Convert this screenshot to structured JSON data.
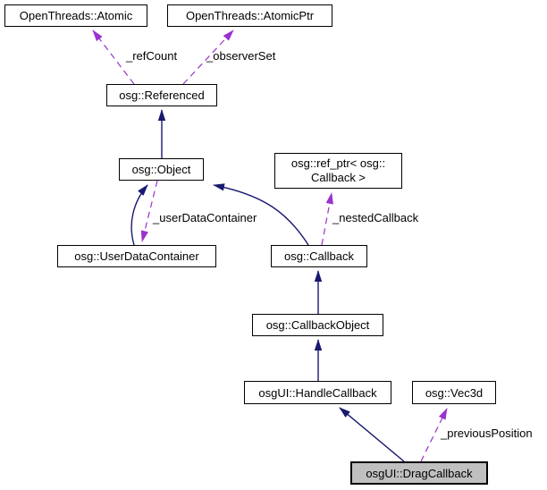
{
  "diagram_type": "class-collaboration-graph",
  "colors": {
    "inheritance_edge": "#191970",
    "usage_edge": "#9a32cd",
    "node_border": "#000000",
    "node_fill": "#ffffff",
    "highlight_node_fill": "#c0c0c0",
    "text": "#000000",
    "background": "#ffffff"
  },
  "nodes": {
    "atomic": {
      "label": "OpenThreads::Atomic"
    },
    "atomic_ptr": {
      "label": "OpenThreads::AtomicPtr"
    },
    "referenced": {
      "label": "osg::Referenced"
    },
    "object": {
      "label": "osg::Object"
    },
    "ref_ptr": {
      "label_line1": "osg::ref_ptr< osg::",
      "label_line2": "Callback >"
    },
    "user_data_container": {
      "label": "osg::UserDataContainer"
    },
    "callback": {
      "label": "osg::Callback"
    },
    "callback_object": {
      "label": "osg::CallbackObject"
    },
    "handle_callback": {
      "label": "osgUI::HandleCallback"
    },
    "vec3d": {
      "label": "osg::Vec3d"
    },
    "drag_callback": {
      "label": "osgUI::DragCallback",
      "highlighted": true
    }
  },
  "edges": {
    "inheritance": [
      {
        "from": "osg::Object",
        "to": "osg::Referenced"
      },
      {
        "from": "osg::UserDataContainer",
        "to": "osg::Object"
      },
      {
        "from": "osg::Callback",
        "to": "osg::Object"
      },
      {
        "from": "osg::CallbackObject",
        "to": "osg::Callback"
      },
      {
        "from": "osgUI::HandleCallback",
        "to": "osg::CallbackObject"
      },
      {
        "from": "osgUI::DragCallback",
        "to": "osgUI::HandleCallback"
      }
    ],
    "usage": [
      {
        "from": "osg::Referenced",
        "to": "OpenThreads::Atomic",
        "label": "_refCount"
      },
      {
        "from": "osg::Referenced",
        "to": "OpenThreads::AtomicPtr",
        "label": "_observerSet"
      },
      {
        "from": "osg::Object",
        "to": "osg::UserDataContainer",
        "label": "_userDataContainer"
      },
      {
        "from": "osg::Callback",
        "to": "osg::ref_ptr< osg::Callback >",
        "label": "_nestedCallback"
      },
      {
        "from": "osgUI::DragCallback",
        "to": "osg::Vec3d",
        "label": "_previousPosition"
      }
    ]
  }
}
